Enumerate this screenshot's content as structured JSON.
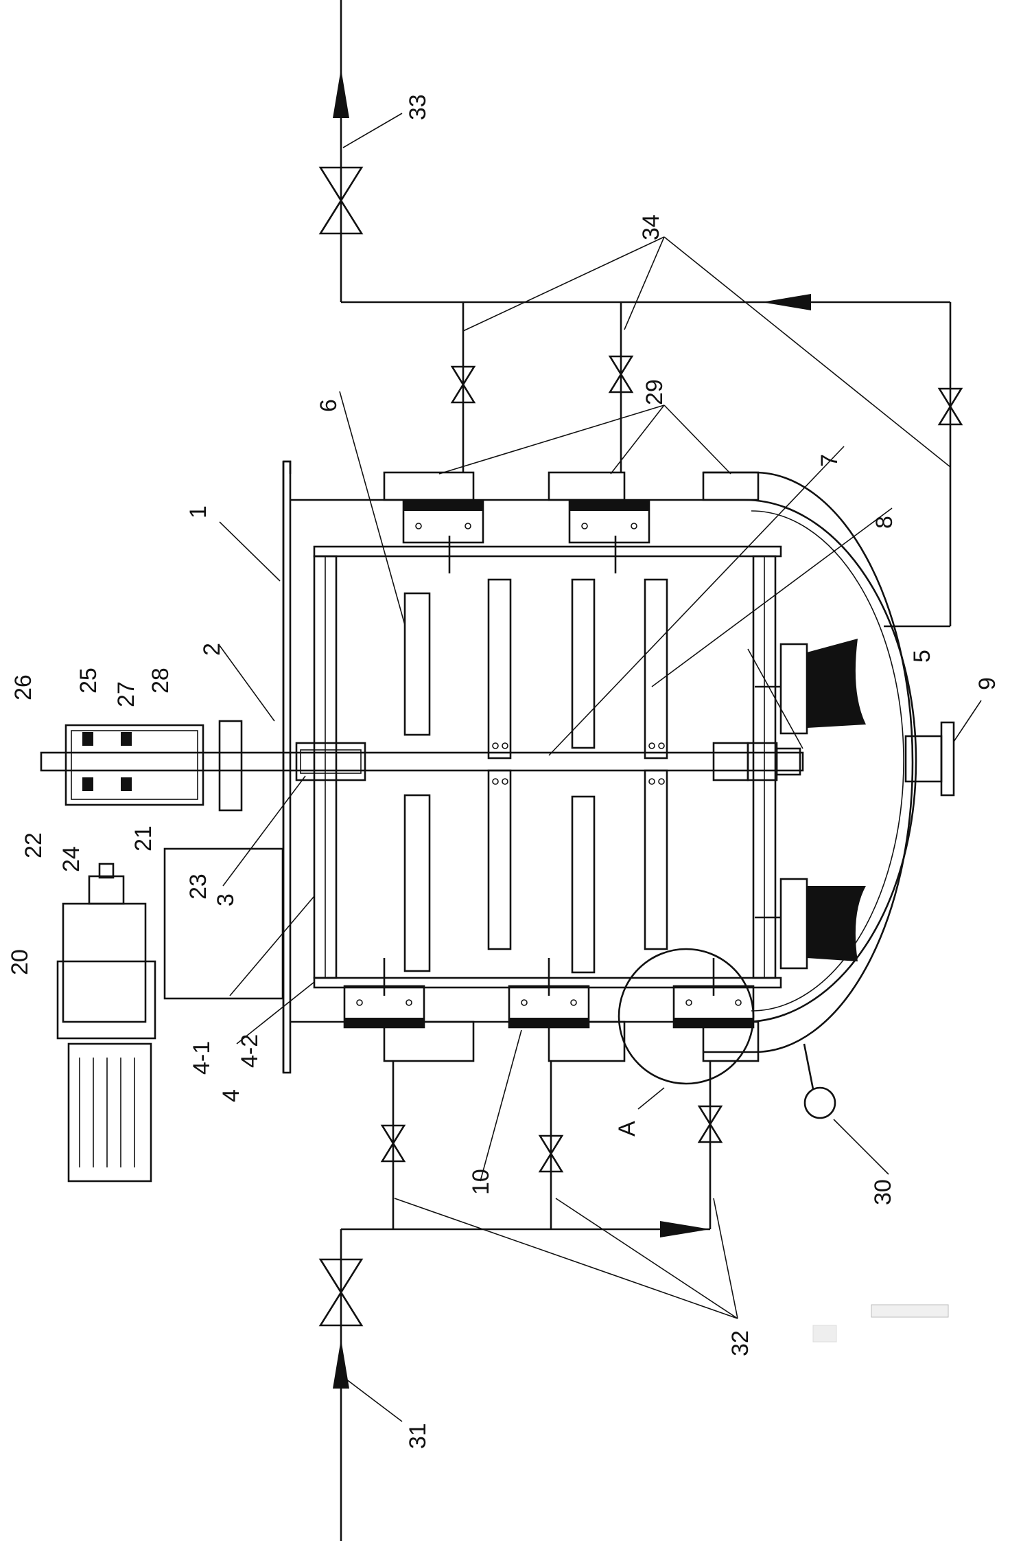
{
  "labels": {
    "l1": "1",
    "l2": "2",
    "l3": "3",
    "l4": "4",
    "l4_1": "4-1",
    "l4_2": "4-2",
    "l5": "5",
    "l6": "6",
    "l7": "7",
    "l8": "8",
    "l9": "9",
    "l10": "10",
    "l20": "20",
    "l21": "21",
    "l22": "22",
    "l23": "23",
    "l24": "24",
    "l25": "25",
    "l26": "26",
    "l27": "27",
    "l28": "28",
    "l29": "29",
    "l30": "30",
    "l31": "31",
    "l32": "32",
    "l33": "33",
    "l34": "34",
    "lA": "A"
  },
  "colors": {
    "line": "#111111",
    "background": "#ffffff"
  }
}
